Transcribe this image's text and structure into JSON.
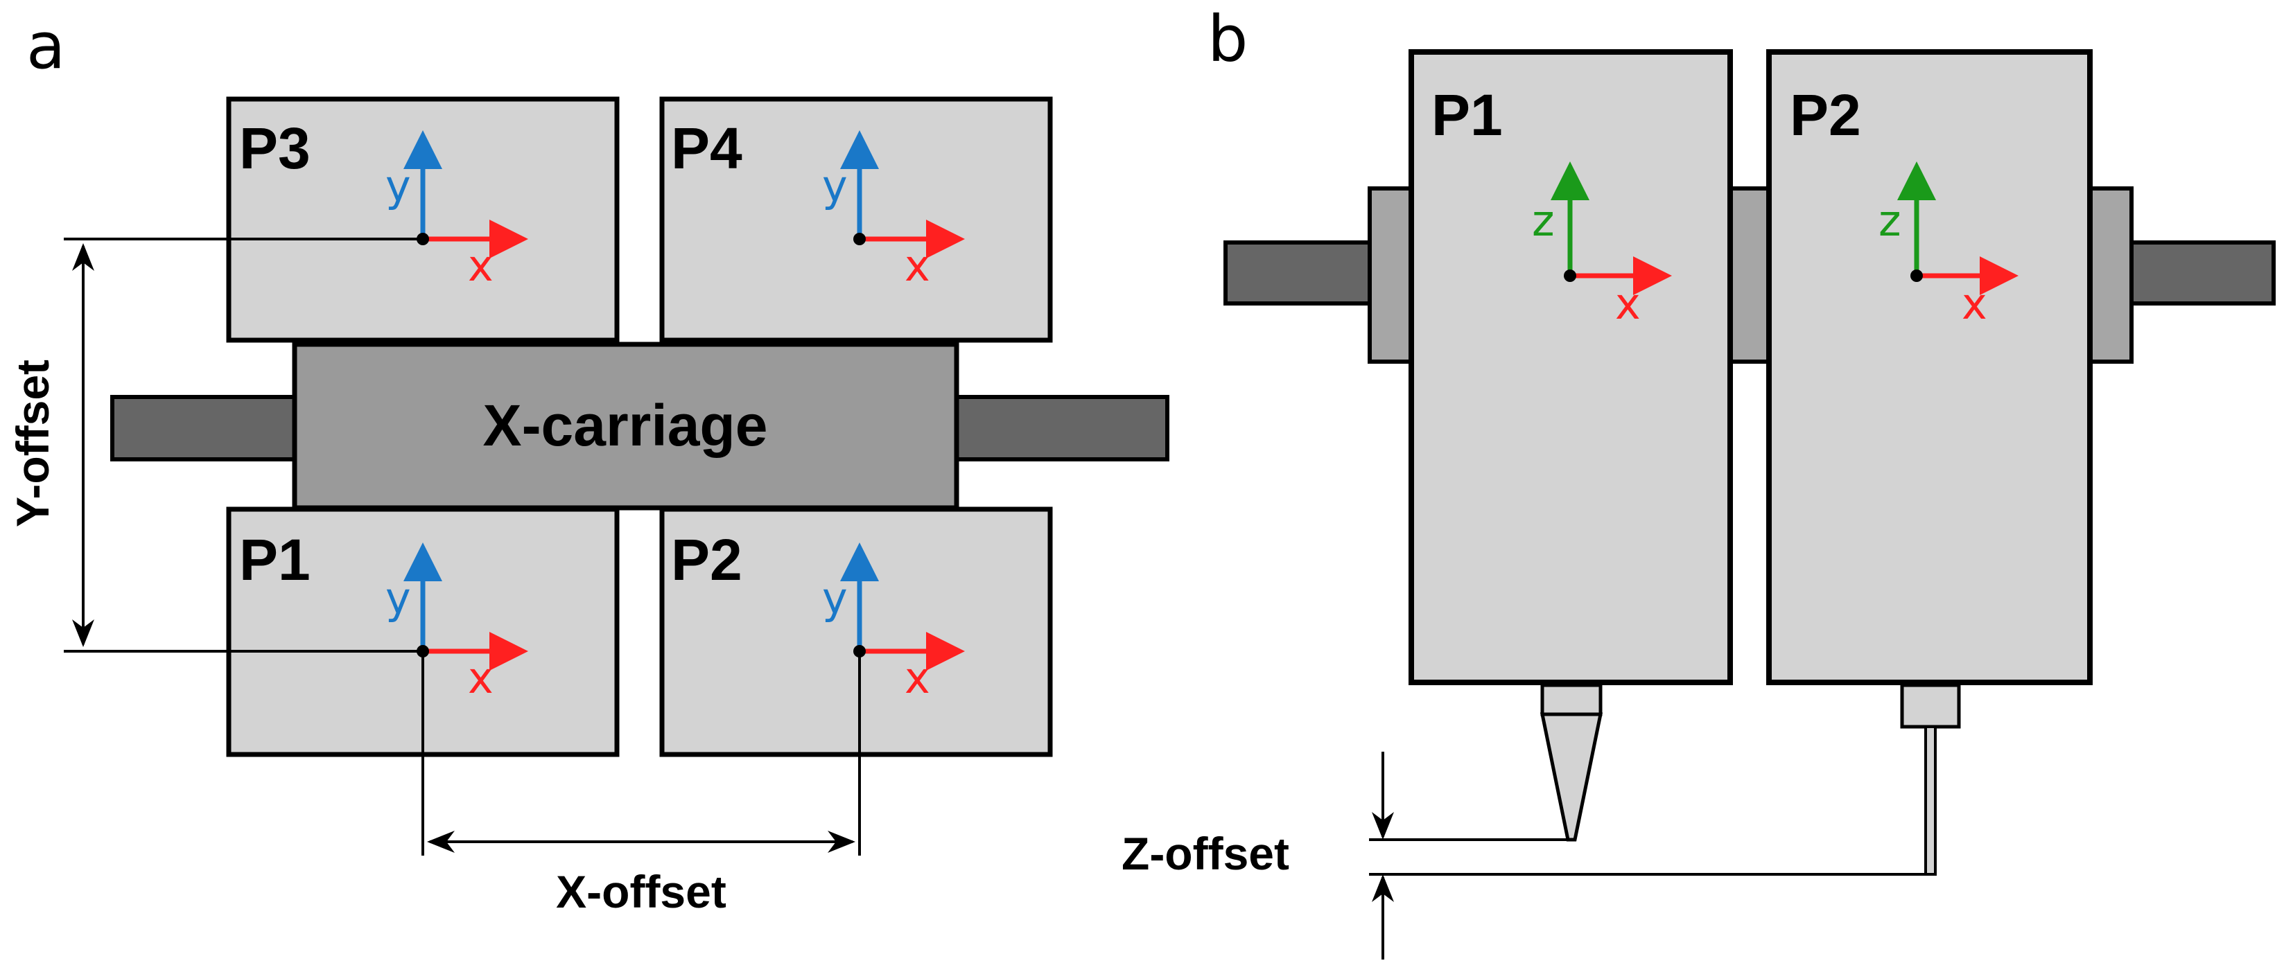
{
  "panel_a": {
    "label": "a",
    "heads": [
      "P3",
      "P4",
      "P1",
      "P2"
    ],
    "carriage_label": "X-carriage",
    "x_offset_label": "X-offset",
    "y_offset_label": "Y-offset"
  },
  "panel_b": {
    "label": "b",
    "heads": [
      "P1",
      "P2"
    ],
    "z_offset_label": "Z-offset"
  },
  "axes": {
    "x": "x",
    "y": "y",
    "z": "z"
  },
  "colors": {
    "x_axis": "#ff2020",
    "y_axis": "#1a78c8",
    "z_axis": "#1a9a1a",
    "head_fill": "#d3d3d3",
    "carriage_fill": "#9a9a9a",
    "rail_fill": "#666666",
    "bracket_fill": "#a6a6a6"
  }
}
